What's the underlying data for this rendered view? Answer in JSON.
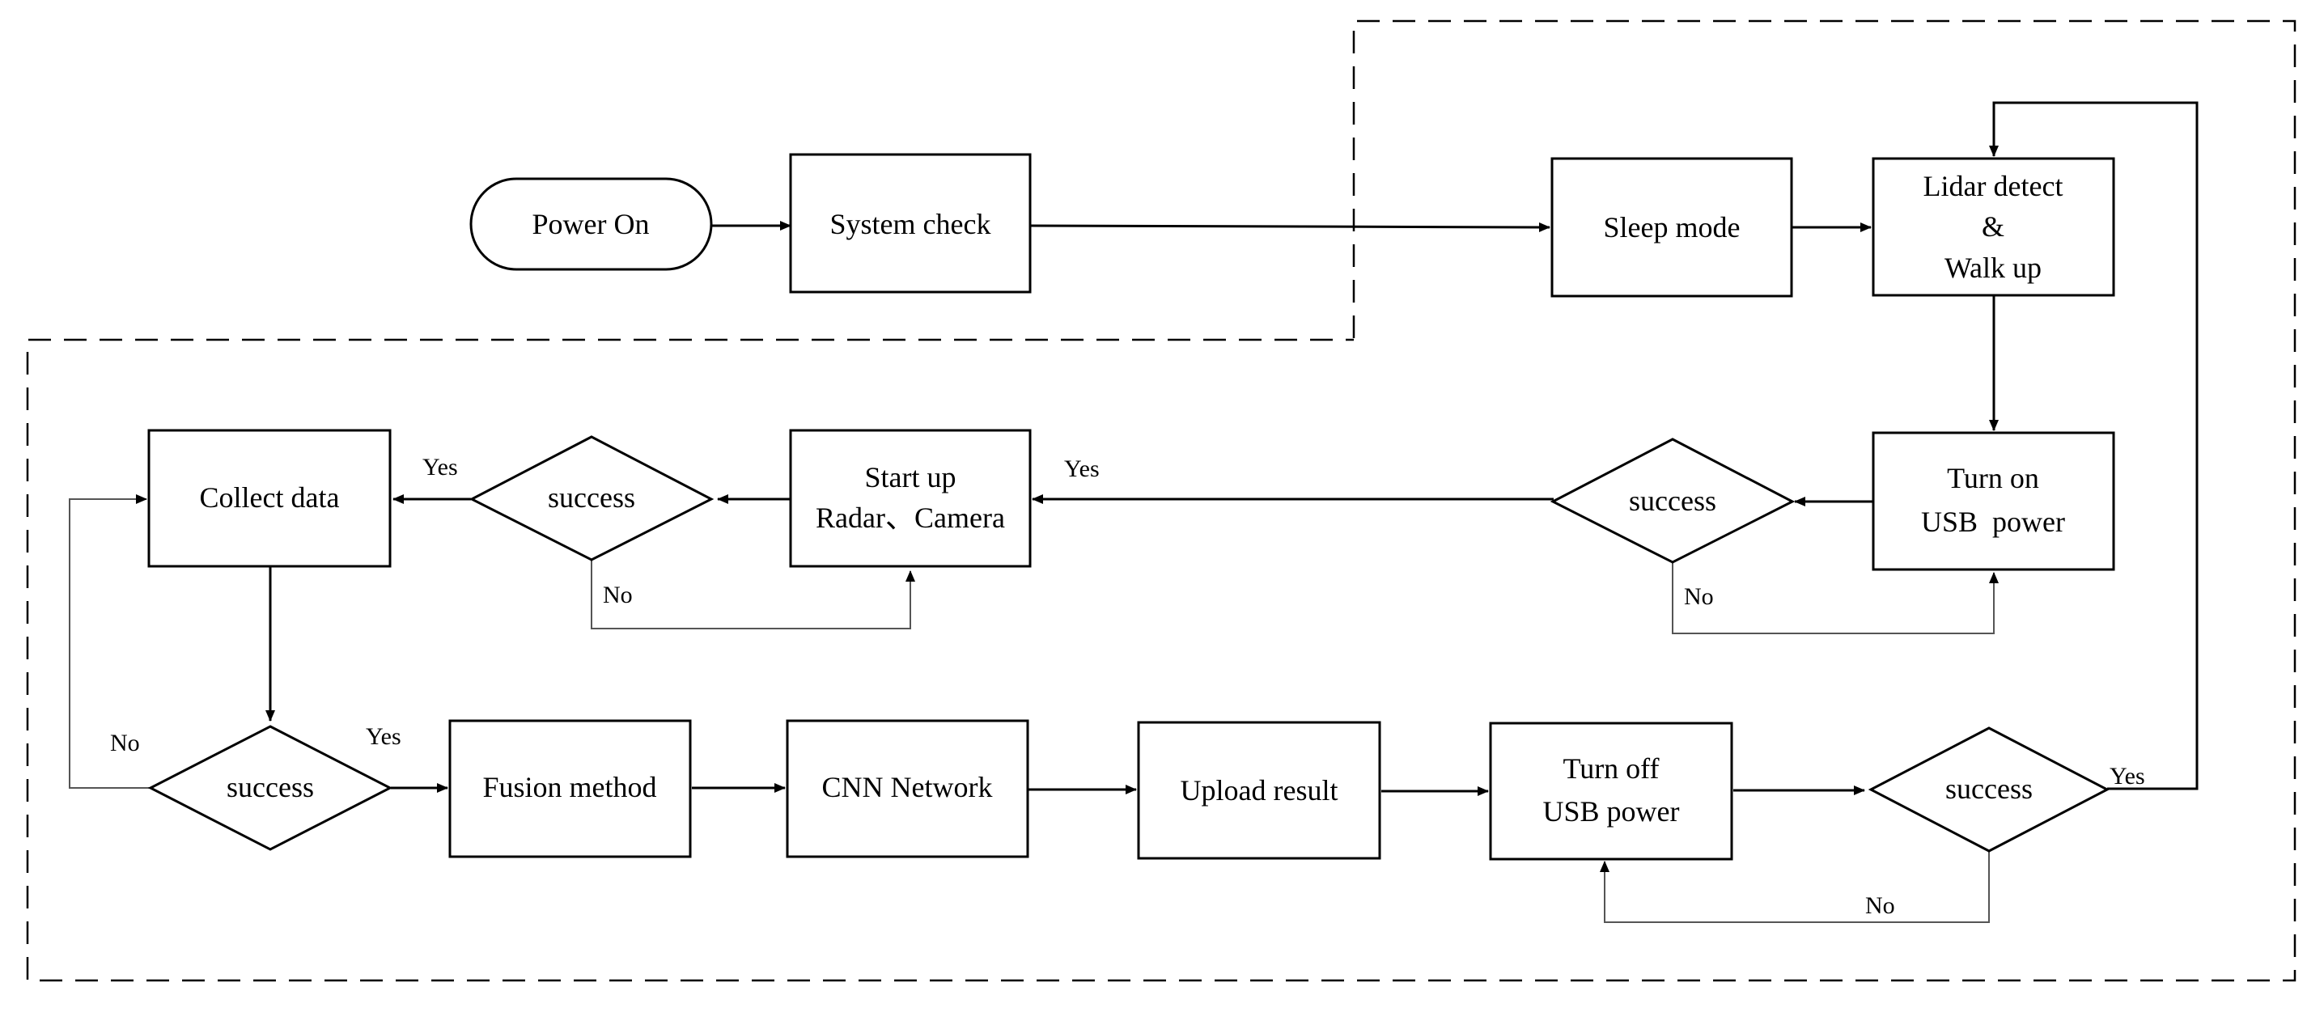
{
  "diagram": {
    "nodes": {
      "power_on": "Power On",
      "system_check": "System check",
      "sleep_mode": "Sleep mode",
      "lidar": [
        "Lidar detect",
        "&",
        "Walk up"
      ],
      "turn_on_usb": [
        "Turn on",
        "USB  power"
      ],
      "success_usb_on": "success",
      "start_up": [
        "Start up",
        "Radar、Camera"
      ],
      "success_start": "success",
      "collect_data": "Collect data",
      "success_collect": "success",
      "fusion_method": "Fusion method",
      "cnn_network": "CNN Network",
      "upload_result": "Upload result",
      "turn_off_usb": [
        "Turn off",
        "USB power"
      ],
      "success_usb_off": "success"
    },
    "edge_labels": {
      "usb_on_yes": "Yes",
      "usb_on_no": "No",
      "start_yes": "Yes",
      "start_no": "No",
      "collect_yes": "Yes",
      "collect_no": "No",
      "usb_off_yes": "Yes",
      "usb_off_no": "No"
    }
  }
}
